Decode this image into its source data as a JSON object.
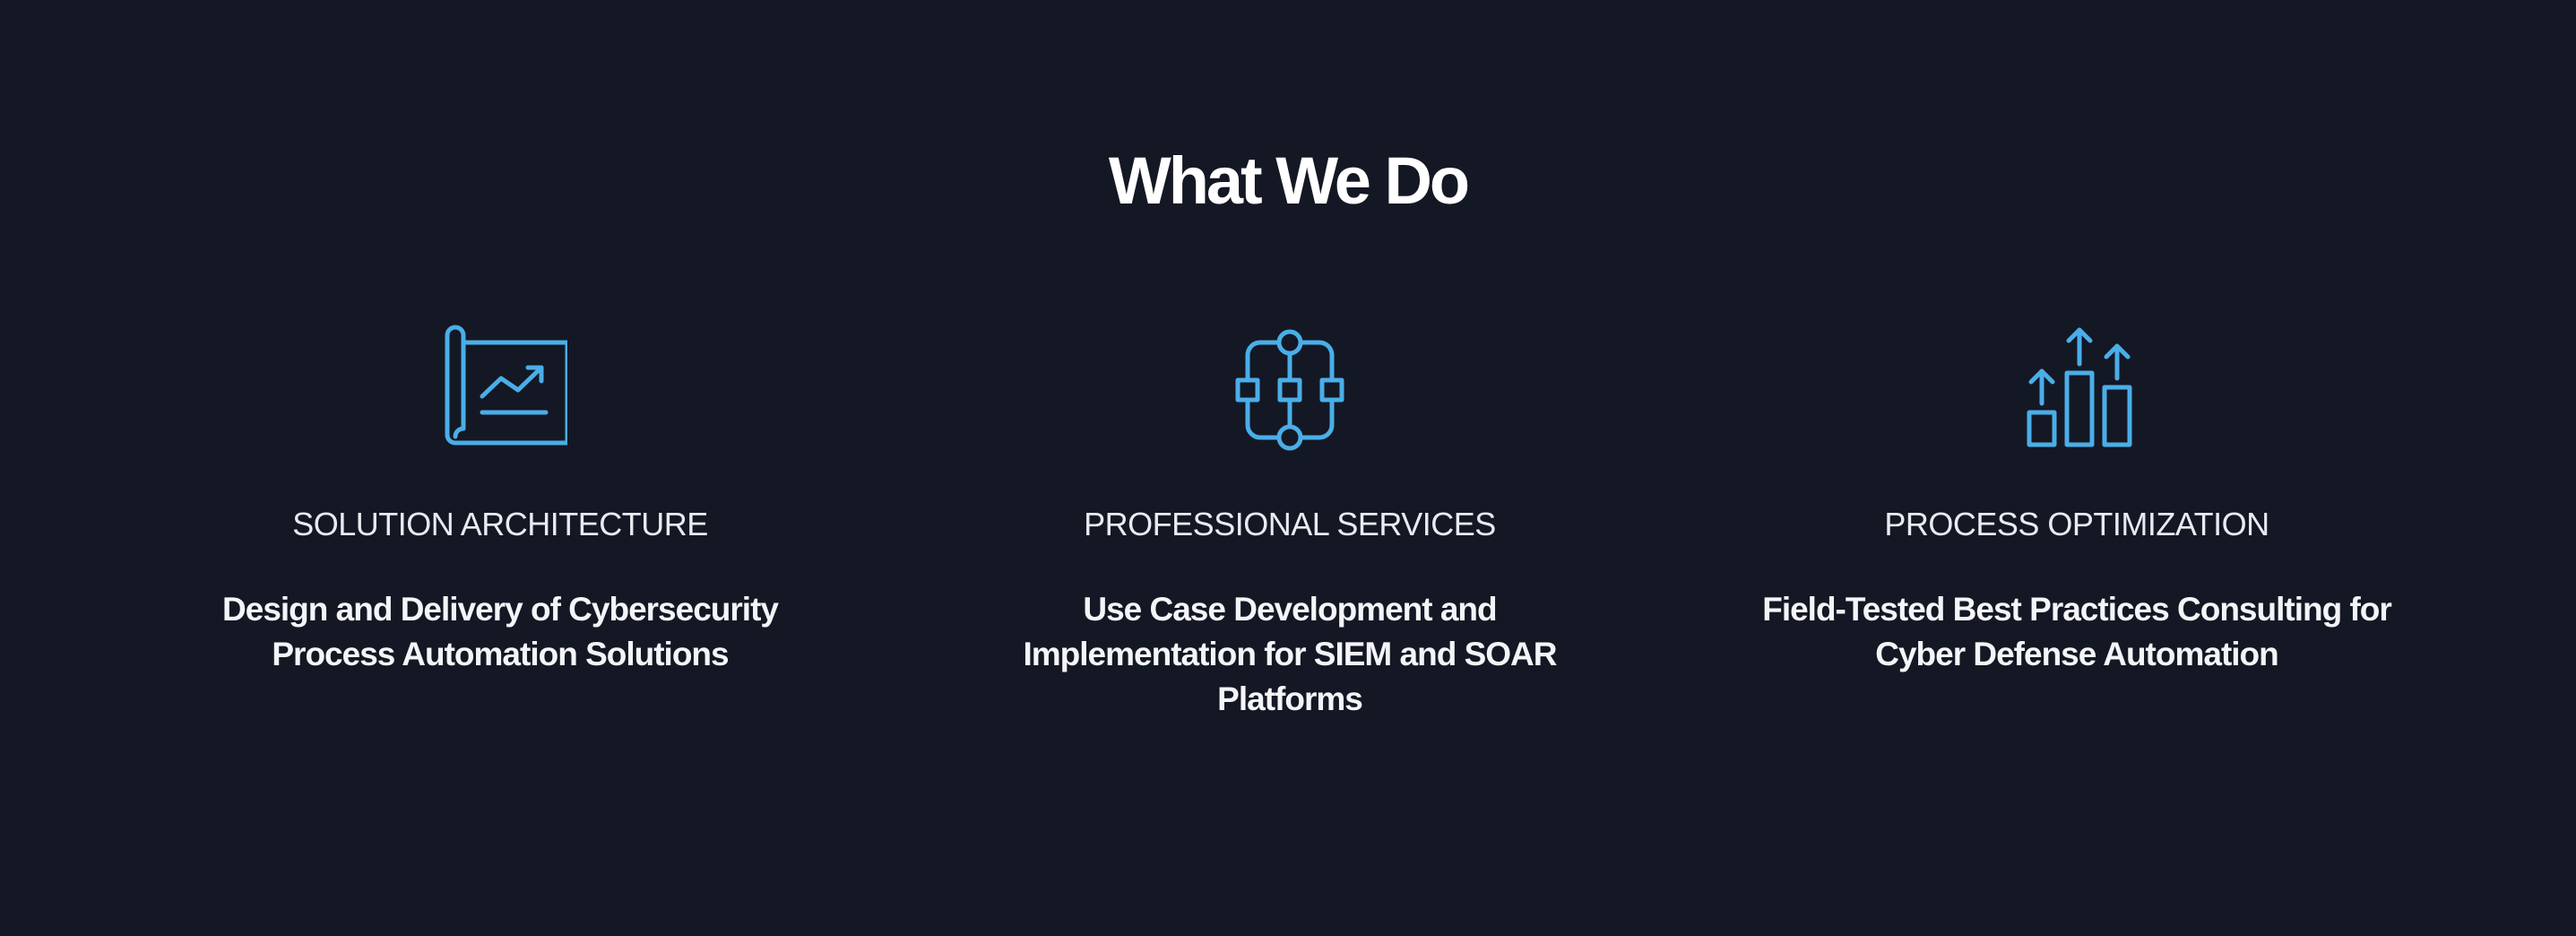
{
  "section": {
    "title": "What We Do"
  },
  "colors": {
    "background": "#141824",
    "icon_accent": "#4aaee8",
    "text": "#ffffff"
  },
  "services": [
    {
      "icon": "blueprint-chart-icon",
      "label": "SOLUTION ARCHITECTURE",
      "description": "Design and Delivery of Cybersecurity Process Automation Solutions"
    },
    {
      "icon": "workflow-nodes-icon",
      "label": "PROFESSIONAL SERVICES",
      "description": "Use Case Development and Implementation for SIEM and SOAR Platforms"
    },
    {
      "icon": "growth-bars-icon",
      "label": "PROCESS OPTIMIZATION",
      "description": "Field-Tested Best Practices Consulting for Cyber Defense Automation"
    }
  ]
}
